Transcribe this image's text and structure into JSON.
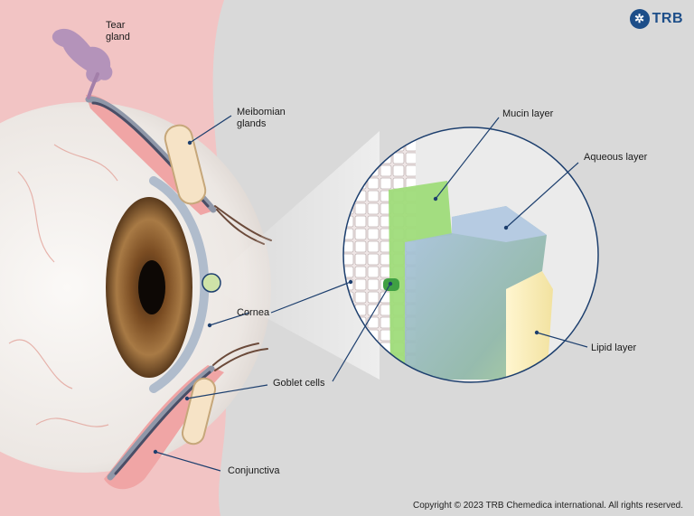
{
  "labels": {
    "tear_gland": [
      "Tear",
      "gland"
    ],
    "meibomian_glands": [
      "Meibomian",
      "glands"
    ],
    "cornea": "Cornea",
    "goblet_cells": "Goblet cells",
    "conjunctiva": "Conjunctiva",
    "mucin_layer": "Mucin layer",
    "aqueous_layer": "Aqueous layer",
    "lipid_layer": "Lipid layer"
  },
  "logo": {
    "text": "TRB"
  },
  "copyright": "Copyright © 2023 TRB Chemedica international. All rights reserved.",
  "colors": {
    "background": "#d9d9d9",
    "skin": "#f2c4c4",
    "sclera": "#f3f0ee",
    "iris": "#8a5a2b",
    "mucin": "#9fdc7a",
    "aqueous": "#9db8d6",
    "lipid": "#f3e7b0",
    "callout_ring": "#1d3f6e",
    "leader": "#1d3f6e"
  }
}
